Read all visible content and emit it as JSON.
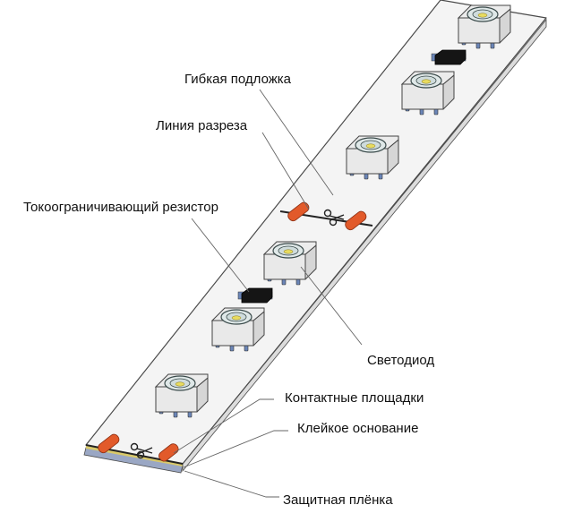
{
  "labels": {
    "flexible_substrate": "Гибкая подложка",
    "cut_line": "Линия разреза",
    "current_limiting_resistor": "Токоограничивающий резистор",
    "led": "Светодиод",
    "contact_pads": "Контактные площадки",
    "adhesive_base": "Клейкое основание",
    "protective_film": "Защитная плёнка"
  },
  "colors": {
    "strip_face": "#f4f4f4",
    "strip_edge": "#4a4a4a",
    "backing_blue": "#9aa7c4",
    "backing_yellow": "#d9c96a",
    "pad_orange": "#e25a2a",
    "led_body": "#e9e9e9",
    "led_lens": "#dfe8e8",
    "led_phosphor": "#e8dc60",
    "resistor_body": "#151515",
    "pin_blue": "#6b86b8",
    "leader_line": "#666666"
  },
  "icons": {
    "scissors": "scissors-icon"
  }
}
